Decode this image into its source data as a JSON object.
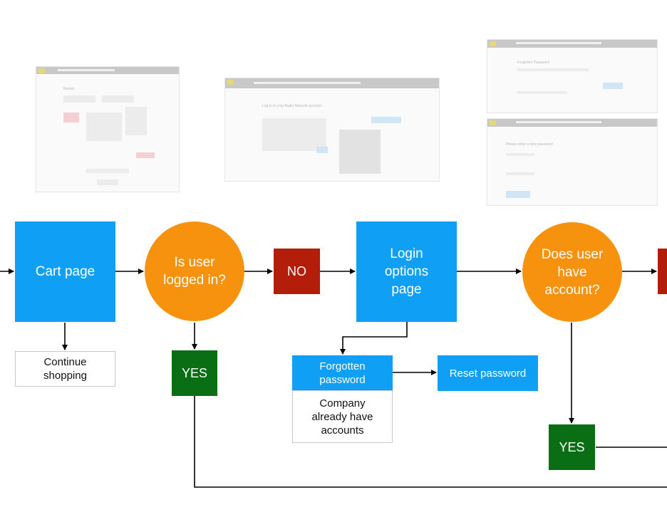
{
  "nodes": {
    "cart_page": "Cart page",
    "is_user_logged_in": "Is user\nlogged in?",
    "no_1": "NO",
    "login_options_page": "Login\noptions\npage",
    "does_user_have_account": "Does user\nhave\naccount?",
    "continue_shopping": "Continue\nshopping",
    "yes_1": "YES",
    "forgotten_password": "Forgotten\npassword",
    "reset_password": "Reset password",
    "company_accounts_note": "Company\nalready have\naccounts",
    "yes_2": "YES"
  },
  "thumbnails": {
    "login_title": "Log in to your Audio Network account",
    "forgotten_title": "Forgotten Password",
    "new_password_title": "Please enter a new password",
    "cart_title": "Basket"
  },
  "colors": {
    "page_node": "#0fa0f5",
    "decision_node": "#f7920f",
    "no_node": "#b31d09",
    "yes_node": "#0a6f14",
    "connector": "#000000"
  }
}
